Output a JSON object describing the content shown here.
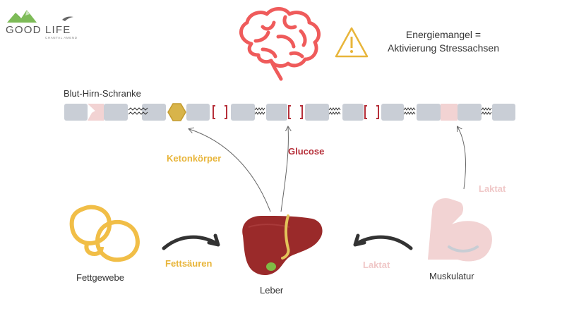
{
  "logo": {
    "name": "GOOD LIFE",
    "subtitle": "CHANTAL AMEND"
  },
  "warning": {
    "line1": "Energiemangel =",
    "line2": "Aktivierung Stressachsen"
  },
  "barrier": {
    "label": "Blut-Hirn-Schranke"
  },
  "labels": {
    "ketone": "Ketonkörper",
    "glucose": "Glucose",
    "lactate_top": "Laktat",
    "fatty_acids": "Fettsäuren",
    "lactate_bottom": "Laktat",
    "fat_tissue": "Fettgewebe",
    "liver": "Leber",
    "muscle": "Muskulatur"
  },
  "colors": {
    "ketone": "#e8b53a",
    "glucose": "#b6303a",
    "brain": "#ef5b5b",
    "lactate_faded": "#f2d3d3",
    "cell": "#c9ced6",
    "liver": "#9a2a2a"
  }
}
